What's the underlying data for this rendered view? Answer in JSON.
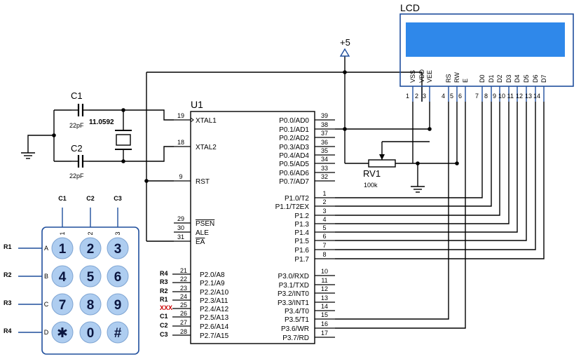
{
  "u1": {
    "ref": "U1",
    "left_pins": [
      {
        "num": "19",
        "name": "XTAL1"
      },
      {
        "num": "18",
        "name": "XTAL2"
      },
      {
        "num": "9",
        "name": "RST"
      },
      {
        "num": "29",
        "name": "PSEN",
        "overline": true
      },
      {
        "num": "30",
        "name": "ALE"
      },
      {
        "num": "31",
        "name": "EA",
        "overline": true
      }
    ],
    "port2_pins": [
      {
        "num": "21",
        "name": "P2.0/A8",
        "net": "R4",
        "net_color": "#000000"
      },
      {
        "num": "22",
        "name": "P2.1/A9",
        "net": "R3",
        "net_color": "#000000"
      },
      {
        "num": "23",
        "name": "P2.2/A10",
        "net": "R2",
        "net_color": "#000000"
      },
      {
        "num": "24",
        "name": "P2.3/A11",
        "net": "R1",
        "net_color": "#000000"
      },
      {
        "num": "25",
        "name": "P2.4/A12",
        "net": "XXX",
        "net_color": "#cc0000"
      },
      {
        "num": "26",
        "name": "P2.5/A13",
        "net": "C1",
        "net_color": "#000000"
      },
      {
        "num": "27",
        "name": "P2.6/A14",
        "net": "C2",
        "net_color": "#000000"
      },
      {
        "num": "28",
        "name": "P2.7/A15",
        "net": "C3",
        "net_color": "#000000"
      }
    ],
    "port0_pins": [
      {
        "num": "39",
        "name": "P0.0/AD0"
      },
      {
        "num": "38",
        "name": "P0.1/AD1"
      },
      {
        "num": "37",
        "name": "P0.2/AD2"
      },
      {
        "num": "36",
        "name": "P0.3/AD3"
      },
      {
        "num": "35",
        "name": "P0.4/AD4"
      },
      {
        "num": "34",
        "name": "P0.5/AD5"
      },
      {
        "num": "33",
        "name": "P0.6/AD6"
      },
      {
        "num": "32",
        "name": "P0.7/AD7"
      }
    ],
    "port1_pins": [
      {
        "num": "1",
        "name": "P1.0/T2"
      },
      {
        "num": "2",
        "name": "P1.1/T2EX"
      },
      {
        "num": "3",
        "name": "P1.2"
      },
      {
        "num": "4",
        "name": "P1.3"
      },
      {
        "num": "5",
        "name": "P1.4"
      },
      {
        "num": "6",
        "name": "P1.5"
      },
      {
        "num": "7",
        "name": "P1.6"
      },
      {
        "num": "8",
        "name": "P1.7"
      }
    ],
    "port3_pins": [
      {
        "num": "10",
        "name": "P3.0/RXD"
      },
      {
        "num": "11",
        "name": "P3.1/TXD"
      },
      {
        "num": "12",
        "name": "P3.2/INT0"
      },
      {
        "num": "13",
        "name": "P3.3/INT1"
      },
      {
        "num": "14",
        "name": "P3.4/T0"
      },
      {
        "num": "15",
        "name": "P3.5/T1"
      },
      {
        "num": "16",
        "name": "P3.6/WR"
      },
      {
        "num": "17",
        "name": "P3.7/RD"
      }
    ]
  },
  "lcd": {
    "title": "LCD",
    "screen_color": "#2f88ea",
    "pins": [
      {
        "num": "1",
        "name": "VSS"
      },
      {
        "num": "2",
        "name": "VDD"
      },
      {
        "num": "3",
        "name": "VEE"
      },
      {
        "num": "4",
        "name": "RS"
      },
      {
        "num": "5",
        "name": "RW"
      },
      {
        "num": "6",
        "name": "E"
      },
      {
        "num": "7",
        "name": "D0"
      },
      {
        "num": "8",
        "name": "D1"
      },
      {
        "num": "9",
        "name": "D2"
      },
      {
        "num": "10",
        "name": "D3"
      },
      {
        "num": "11",
        "name": "D4"
      },
      {
        "num": "12",
        "name": "D5"
      },
      {
        "num": "13",
        "name": "D6"
      },
      {
        "num": "14",
        "name": "D7"
      }
    ]
  },
  "power": {
    "label": "+5"
  },
  "c1": {
    "ref": "C1",
    "value": "22pF"
  },
  "c2": {
    "ref": "C2",
    "value": "22pF"
  },
  "crystal": {
    "value": "11.0592"
  },
  "rv1": {
    "ref": "RV1",
    "value": "100k"
  },
  "keypad": {
    "columns": [
      {
        "label": "C1",
        "num": "1"
      },
      {
        "label": "C2",
        "num": "2"
      },
      {
        "label": "C3",
        "num": "3"
      }
    ],
    "rows": [
      {
        "label": "R1",
        "letter": "A"
      },
      {
        "label": "R2",
        "letter": "B"
      },
      {
        "label": "R3",
        "letter": "C"
      },
      {
        "label": "R4",
        "letter": "D"
      }
    ],
    "keys": [
      "1",
      "2",
      "3",
      "4",
      "5",
      "6",
      "7",
      "8",
      "9",
      "✱",
      "0",
      "#"
    ],
    "key_color": "#aecdf0"
  }
}
